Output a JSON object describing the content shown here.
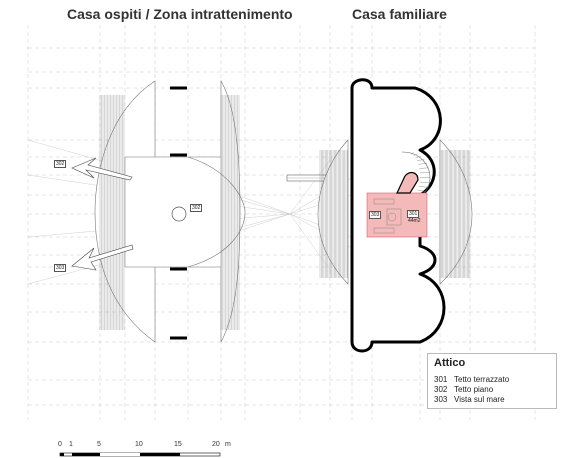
{
  "titles": {
    "left": "Casa ospiti  / Zona intrattenimento",
    "right": "Casa familiare"
  },
  "legend": {
    "title": "Attico",
    "items": [
      {
        "num": "301",
        "label": "Tetto terrazzato"
      },
      {
        "num": "302",
        "label": "Tetto piano"
      },
      {
        "num": "303",
        "label": "Vista sul mare"
      }
    ]
  },
  "tags": {
    "t302_left": "302",
    "t303_left": "303",
    "t302_center": "302",
    "t303_room": "303",
    "t301_room": "301",
    "area": "44m2"
  },
  "scale": {
    "ticks": [
      "0",
      "1",
      "5",
      "10",
      "15",
      "20",
      "m"
    ]
  },
  "colors": {
    "line": "#000000",
    "hatch": "#777777",
    "grid": "#bbbbbb",
    "room": "#f4b9b9"
  }
}
